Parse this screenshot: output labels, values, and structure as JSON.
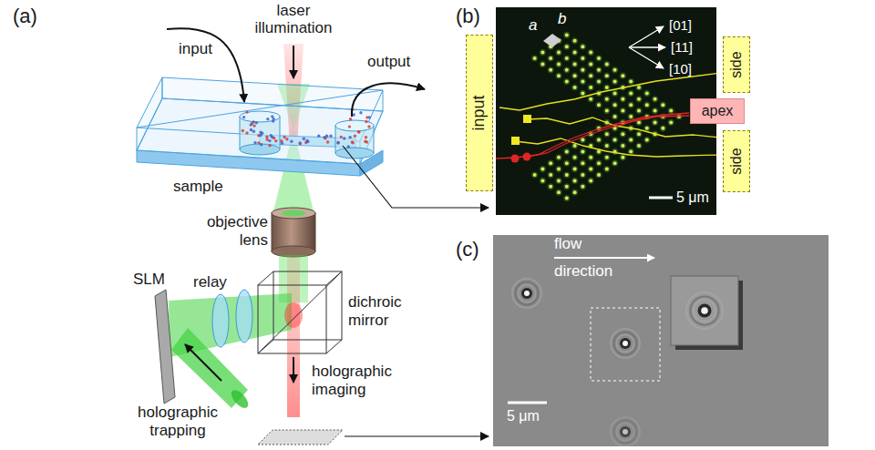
{
  "diagram": {
    "nodes": [
      {
        "text": [
          "input"
        ]
      },
      {
        "text": [
          "side"
        ]
      },
      {
        "text": [
          "apex"
        ]
      },
      {
        "text": [
          "side"
        ]
      }
    ],
    "labels": [
      "(a)",
      "laser illumination",
      "input",
      "output",
      "sample",
      "objective lens",
      "SLM",
      "relay",
      "dichroic mirror",
      "holographic imaging",
      "holographic trapping",
      "(b)",
      "a",
      "b",
      "[01]",
      "[11]",
      "[10]",
      "5 μm",
      "(c)",
      "flow direction",
      "5 μm"
    ]
  }
}
